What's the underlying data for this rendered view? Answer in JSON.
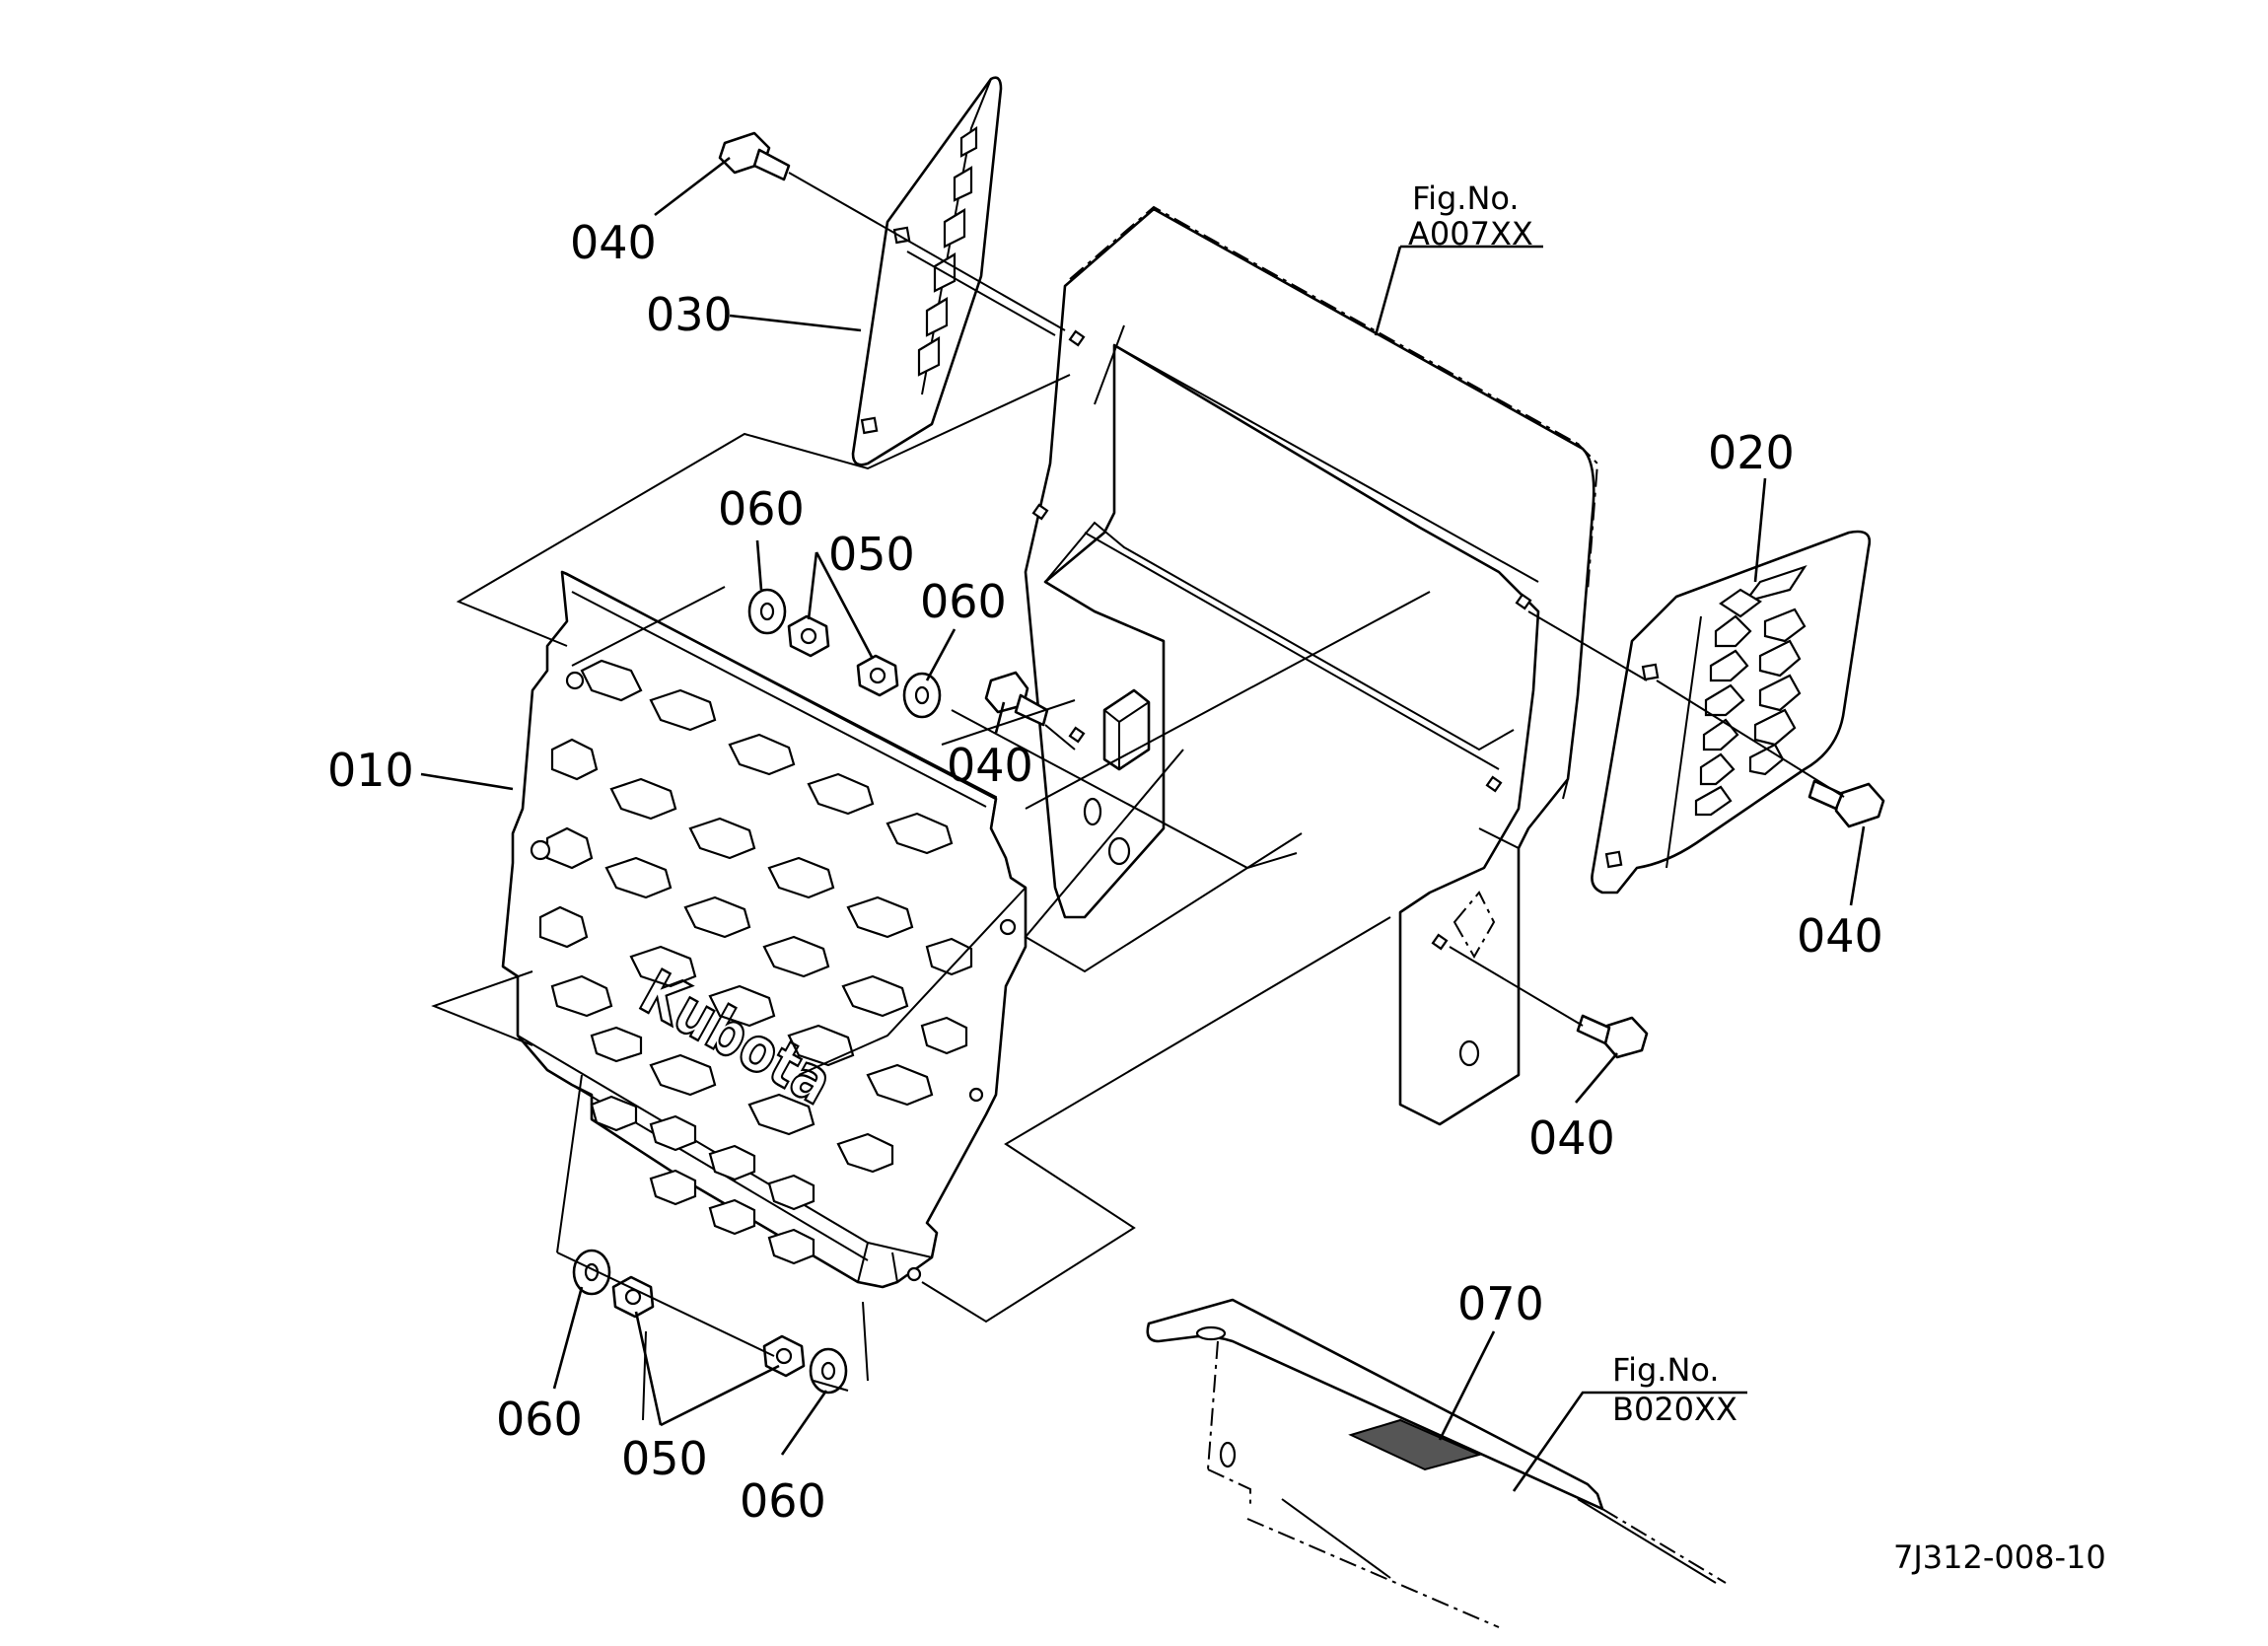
{
  "drawing_code": "7J312-008-10",
  "callouts": {
    "p010": "010",
    "p020": "020",
    "p030": "030",
    "p040_top": "040",
    "p040_mid": "040",
    "p040_right": "040",
    "p040_bottom": "040",
    "p050_top": "050",
    "p050_bottom": "050",
    "p060_top_left": "060",
    "p060_top_right": "060",
    "p060_bottom_left": "060",
    "p060_bottom_right": "060",
    "p070": "070"
  },
  "figure_refs": {
    "upper": {
      "label": "Fig.No.",
      "number": "A007XX"
    },
    "lower": {
      "label": "Fig.No.",
      "number": "B020XX"
    }
  },
  "grille_logo": "Kubota",
  "icons": [
    "bolt-icon",
    "washer-icon",
    "nut-icon",
    "grille-panel-icon",
    "side-cover-icon",
    "frame-bracket-icon",
    "pad-icon"
  ]
}
